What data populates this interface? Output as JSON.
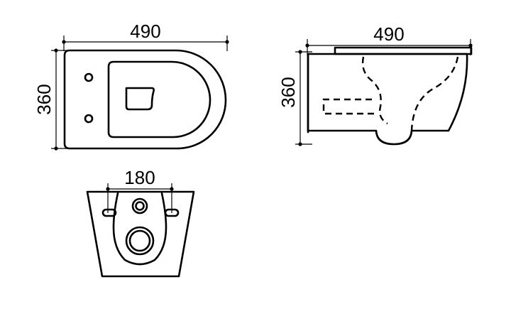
{
  "top_view": {
    "width_label": "490",
    "height_label": "360"
  },
  "side_view": {
    "width_label": "490",
    "height_label": "360"
  },
  "back_view": {
    "spacing_label": "180"
  }
}
